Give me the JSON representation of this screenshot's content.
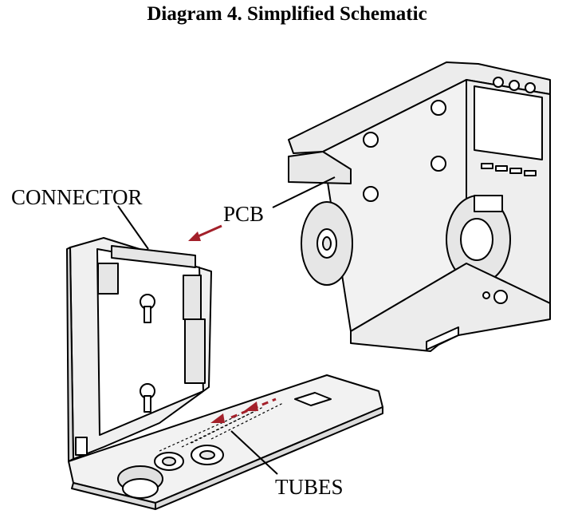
{
  "title": "Diagram 4. Simplified Schematic",
  "labels": {
    "connector": "CONNECTOR",
    "pcb": "PCB",
    "tubes": "TUBES"
  },
  "colors": {
    "line": "#000000",
    "fill_light": "#f2f2f2",
    "fill_mid": "#e6e6e6",
    "arrow_red": "#a3202a"
  }
}
